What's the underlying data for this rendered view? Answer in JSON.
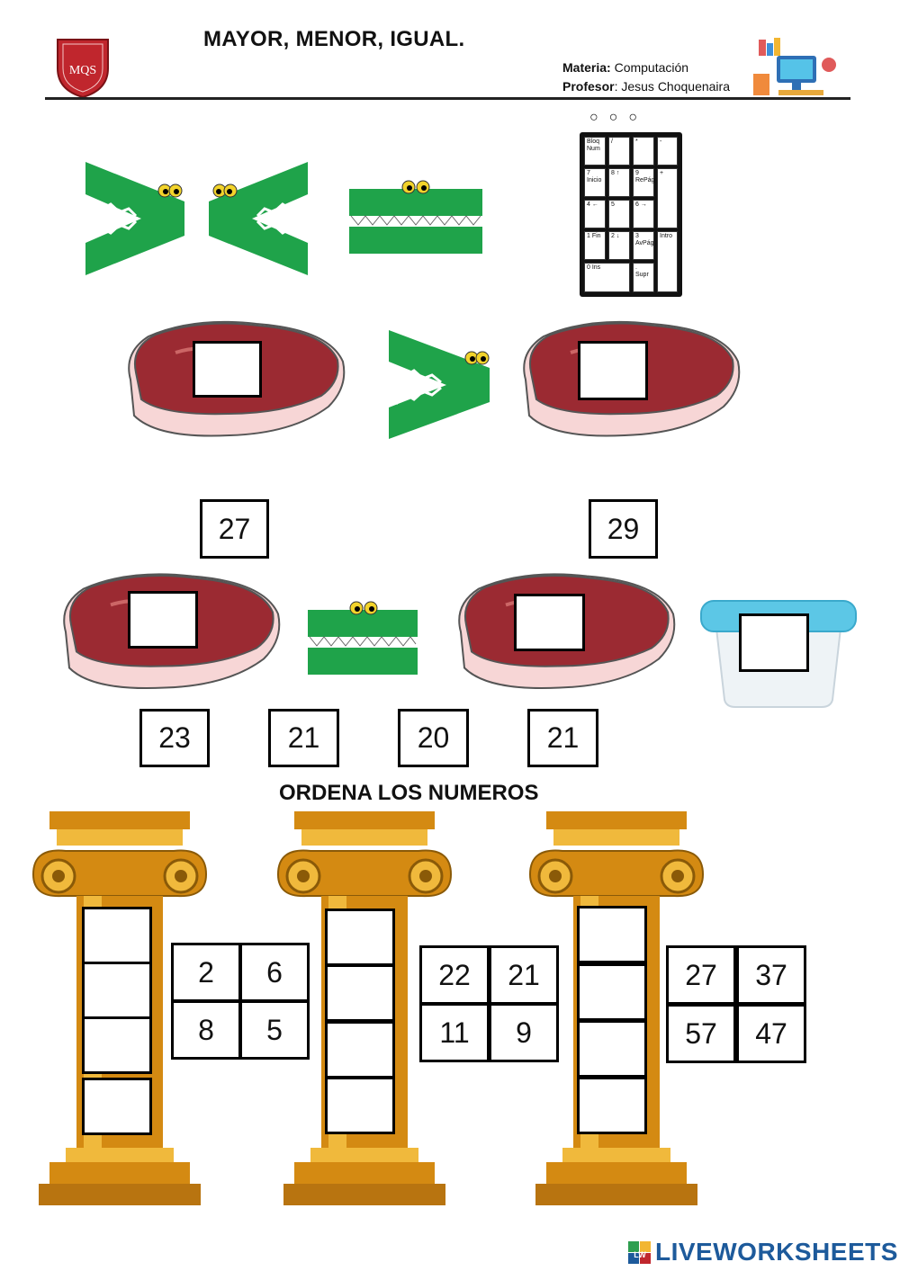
{
  "header": {
    "title": "MAYOR, MENOR, IGUAL.",
    "materia_label": "Materia:",
    "materia_value": " Computación",
    "profesor_label": "Profesor",
    "profesor_value": ": Jesus Choquenaira",
    "logo_letters": "MQS"
  },
  "keypad": {
    "dots": "○○○",
    "keys": [
      "Bloq Num",
      "/",
      "*",
      "-",
      "7 Inicio",
      "8 ↑",
      "9 RePág",
      "+",
      "4 ←",
      "5",
      "6 →",
      "1 Fin",
      "2 ↓",
      "3 AvPág",
      "Intro",
      "0 Ins",
      ". Supr"
    ]
  },
  "colors": {
    "croc_green": "#1fa34a",
    "meat_red": "#9b2a32",
    "meat_fat": "#f7d6d6",
    "gold": "#d48a12",
    "container_blue": "#5cc7e6"
  },
  "compare_top": [
    27,
    29
  ],
  "compare_bottom": [
    23,
    21,
    20,
    21
  ],
  "section_title": "ORDENA LOS NUMEROS",
  "columns": [
    {
      "numbers": [
        2,
        6,
        8,
        5
      ]
    },
    {
      "numbers": [
        22,
        21,
        11,
        9
      ]
    },
    {
      "numbers": [
        27,
        37,
        57,
        47
      ]
    }
  ],
  "footer": {
    "brand": "LIVEWORKSHEETS",
    "brand_mark": "LW"
  }
}
